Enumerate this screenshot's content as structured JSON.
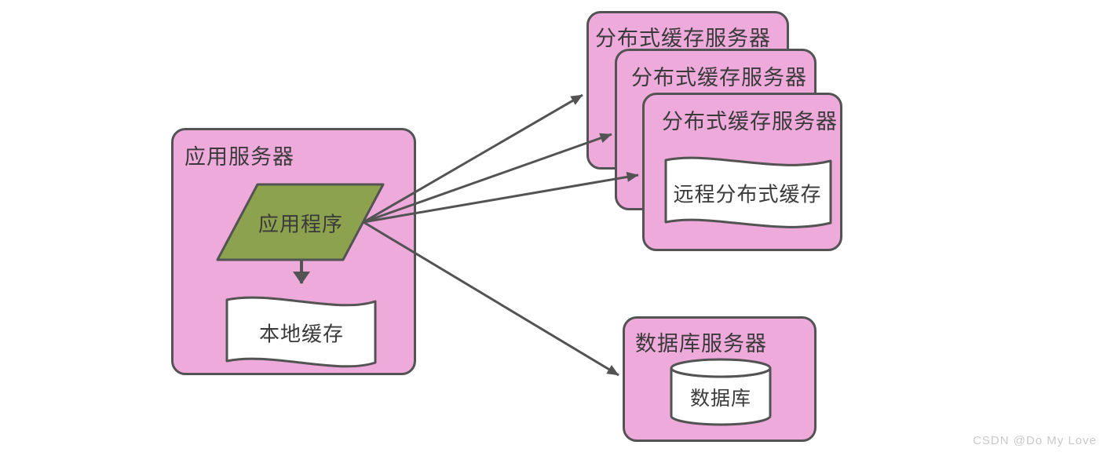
{
  "app_server": {
    "title": "应用服务器",
    "app_label": "应用程序",
    "local_cache_label": "本地缓存"
  },
  "cache_cluster": {
    "servers": [
      {
        "title": "分布式缓存服务器"
      },
      {
        "title": "分布式缓存服务器"
      },
      {
        "title": "分布式缓存服务器"
      }
    ],
    "remote_cache_label": "远程分布式缓存"
  },
  "db_server": {
    "title": "数据库服务器",
    "db_label": "数据库"
  },
  "watermark": "CSDN @Do My Love",
  "colors": {
    "box_fill": "#edaadb",
    "shape_border": "#535353",
    "parallelogram_fill": "#8da24e",
    "shape_fill": "#ffffff",
    "label_text": "#3a3a3a",
    "watermark_text": "#c9c9c9"
  }
}
